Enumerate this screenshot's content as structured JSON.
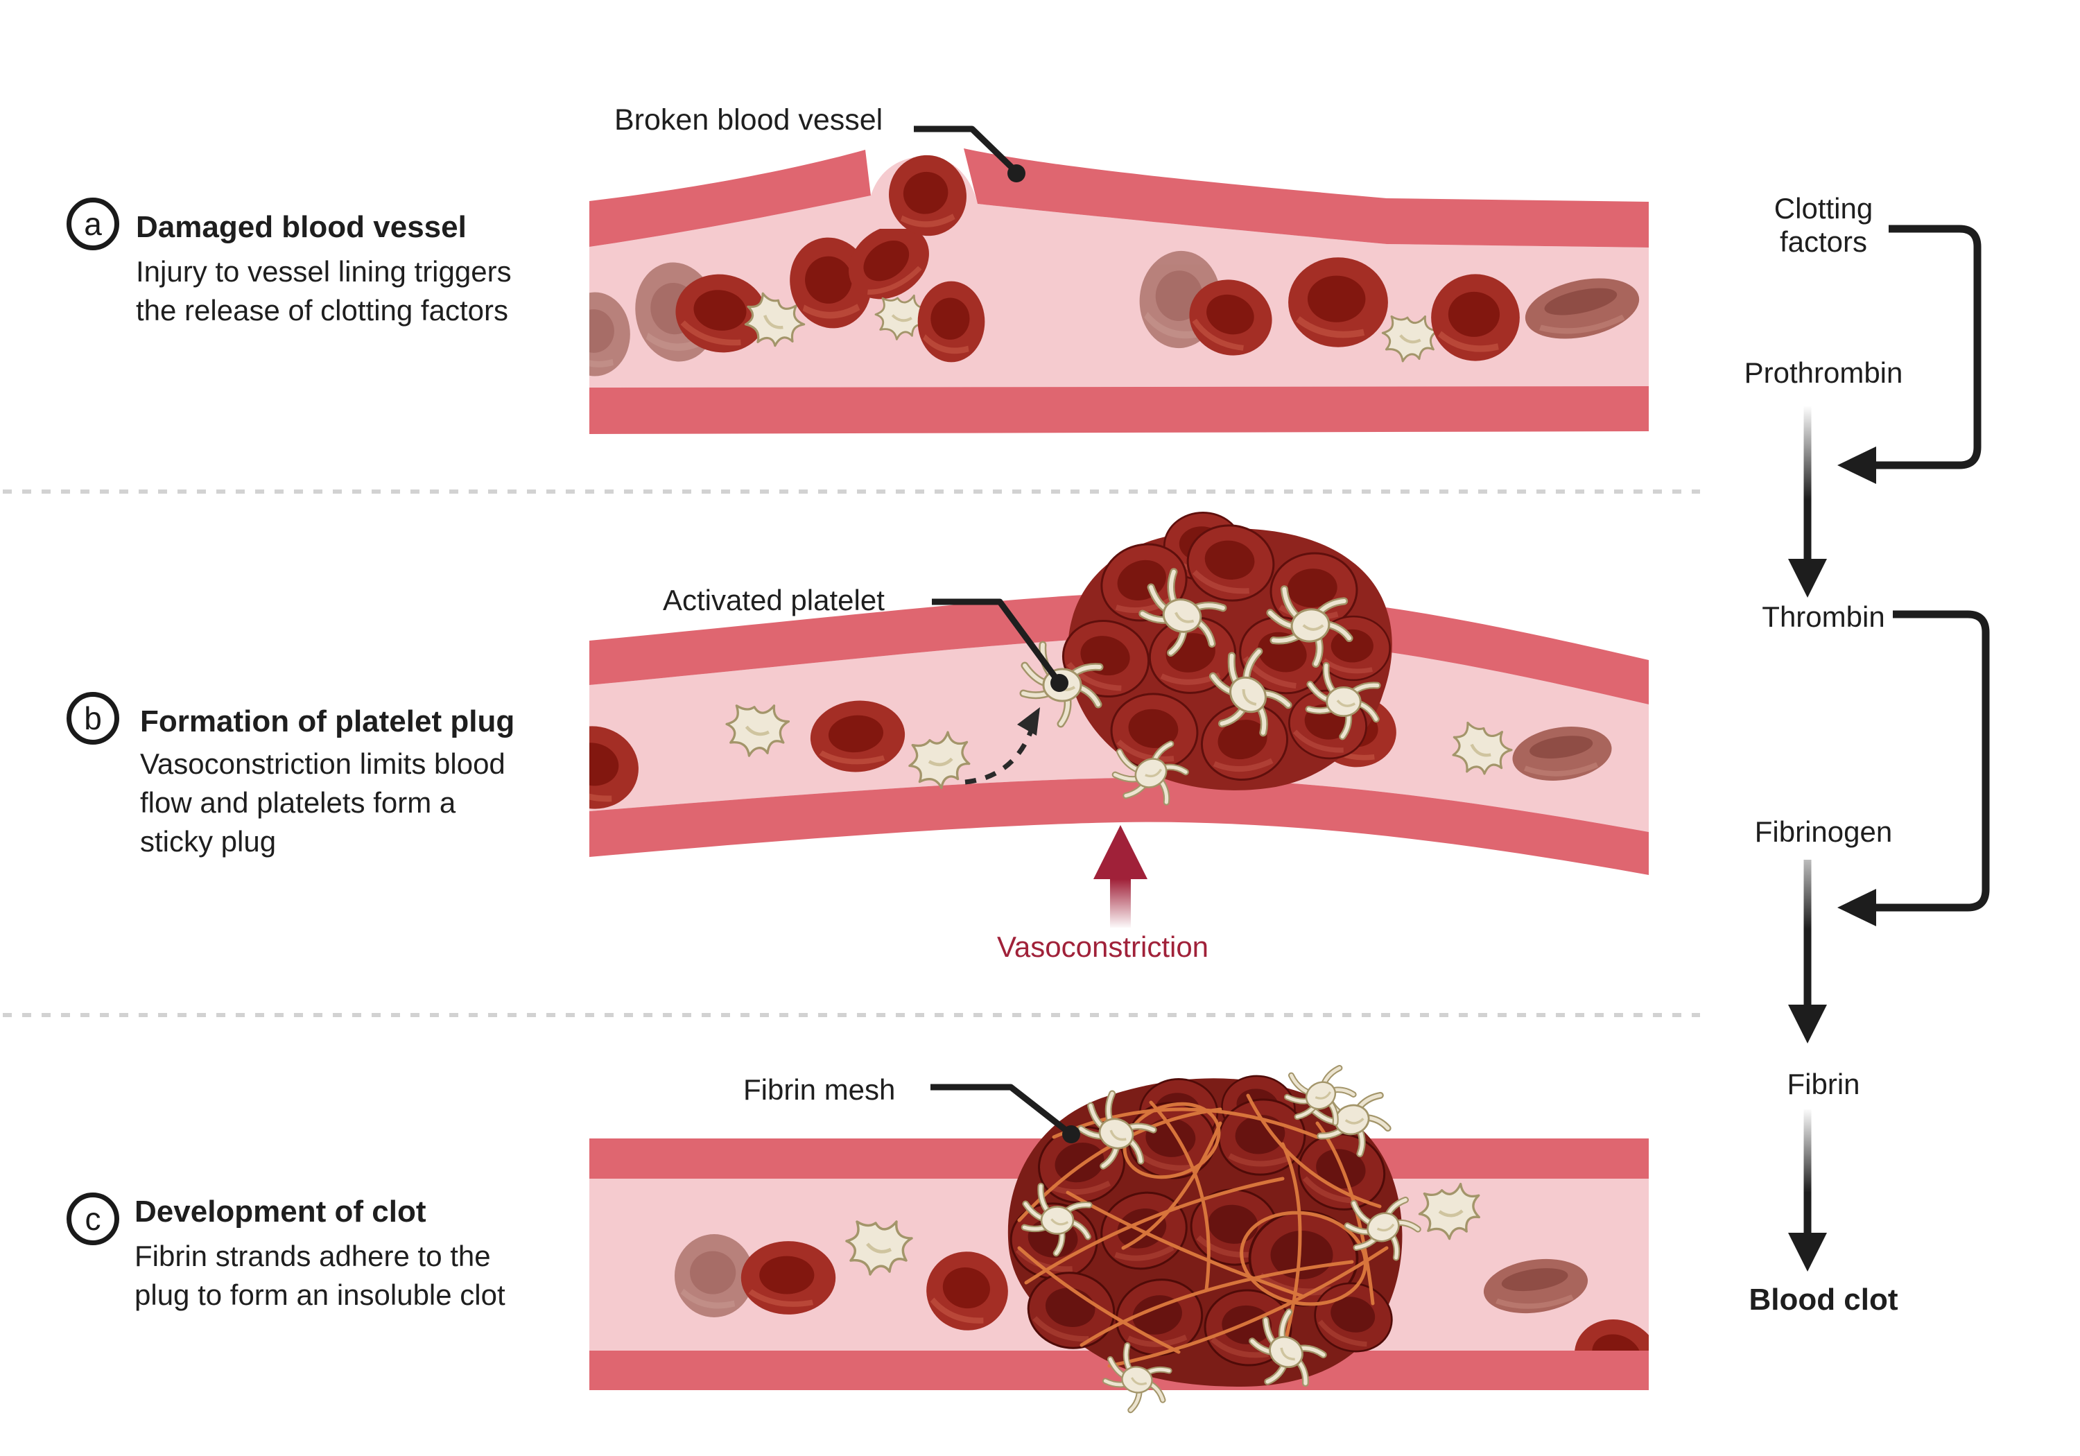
{
  "sections": [
    {
      "letter": "a",
      "title": "Damaged blood vessel",
      "desc_line1": "Injury to vessel lining triggers",
      "desc_line2": "the release of clotting factors",
      "desc_line3": ""
    },
    {
      "letter": "b",
      "title": "Formation of platelet plug",
      "desc_line1": "Vasoconstriction limits blood",
      "desc_line2": "flow and platelets form a",
      "desc_line3": "sticky plug"
    },
    {
      "letter": "c",
      "title": "Development of clot",
      "desc_line1": "Fibrin strands adhere to the",
      "desc_line2": "plug to form an insoluble clot",
      "desc_line3": ""
    }
  ],
  "callouts": {
    "broken_vessel": "Broken blood vessel",
    "activated_platelet": "Activated platelet",
    "fibrin_mesh": "Fibrin mesh",
    "vasoconstriction": "Vasoconstriction"
  },
  "pathway": {
    "clotting_factors_line1": "Clotting",
    "clotting_factors_line2": "factors",
    "prothrombin": "Prothrombin",
    "thrombin": "Thrombin",
    "fibrinogen": "Fibrinogen",
    "fibrin": "Fibrin",
    "blood_clot": "Blood clot"
  },
  "icons": {
    "down_arrow": "▼",
    "left_arrow": "◀",
    "up_arrow": "▲",
    "leader_dot": "●"
  },
  "colors": {
    "vessel_wall": "#df6670",
    "vessel_lumen": "#f5cbcf",
    "rbc": "#a42e25",
    "rbc_dimple": "#82170f",
    "rbc_faded": "#b27a73",
    "plug_rbc": "#9c2a23",
    "clot_base": "#7b1d17",
    "platelet": "#efe8d7",
    "platelet_outline": "#a3956a",
    "fibrin_strand": "#dd7a3e",
    "vasoconstriction_accent": "#a02139",
    "text": "#1e1e1e",
    "divider": "#d2d2d2"
  }
}
